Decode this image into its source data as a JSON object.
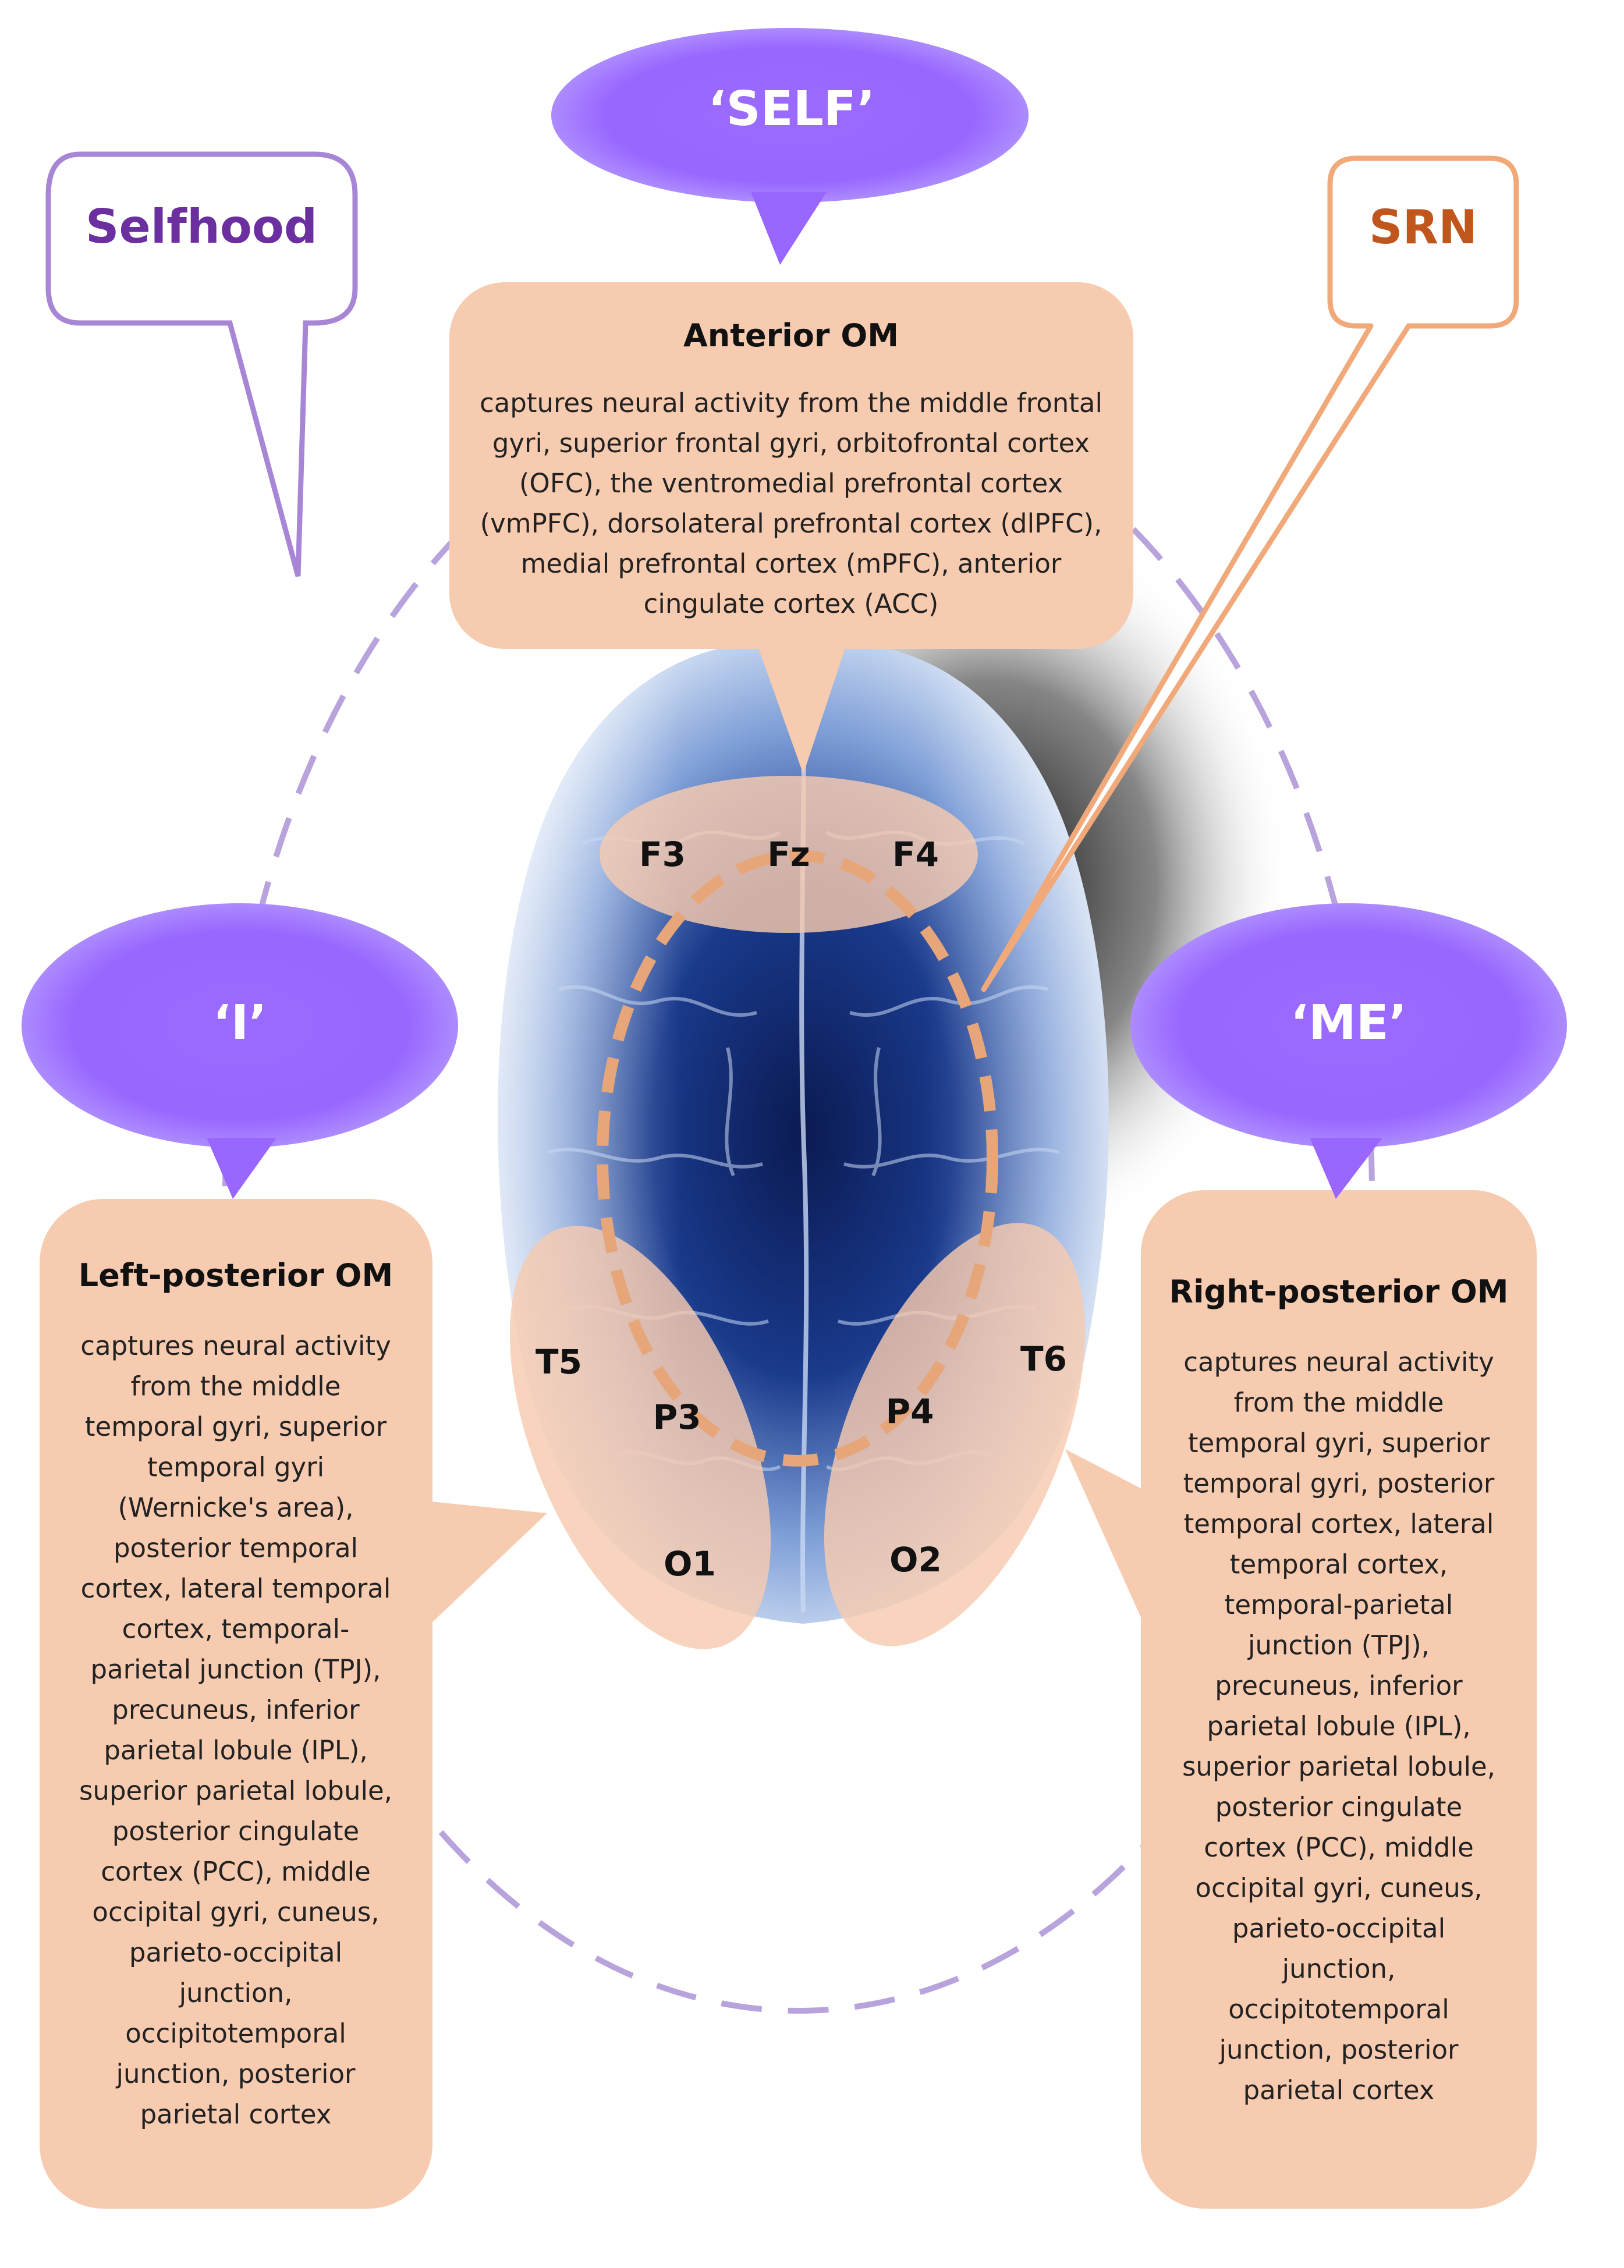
{
  "bubbles": {
    "self": "‘SELF’",
    "i": "‘I’",
    "me": "‘ME’"
  },
  "callouts": {
    "selfhood": "Selfhood",
    "srn": "SRN"
  },
  "regions": {
    "anterior": {
      "title": "Anterior OM",
      "lines": [
        "captures neural activity from the middle frontal",
        "gyri, superior frontal gyri, orbitofrontal cortex",
        "(OFC), the ventromedial prefrontal cortex",
        "(vmPFC), dorsolateral prefrontal cortex (dlPFC),",
        "medial prefrontal cortex (mPFC), anterior",
        "cingulate cortex (ACC)"
      ]
    },
    "left_posterior": {
      "title": "Left-posterior OM",
      "lines": [
        "captures neural activity",
        "from the middle",
        "temporal gyri, superior",
        "temporal gyri",
        "(Wernicke's area),",
        "posterior temporal",
        "cortex, lateral temporal",
        "cortex, temporal-",
        "parietal junction (TPJ),",
        "precuneus, inferior",
        "parietal lobule (IPL),",
        "superior parietal lobule,",
        "posterior cingulate",
        "cortex (PCC), middle",
        "occipital gyri, cuneus,",
        "parieto-occipital",
        "junction,",
        "occipitotemporal",
        "junction, posterior",
        "parietal cortex"
      ]
    },
    "right_posterior": {
      "title": "Right-posterior OM",
      "lines": [
        "captures neural activity",
        "from the middle",
        "temporal gyri, superior",
        "temporal gyri, posterior",
        "temporal cortex, lateral",
        "temporal cortex,",
        "temporal-parietal",
        "junction (TPJ),",
        "precuneus, inferior",
        "parietal lobule (IPL),",
        "superior parietal lobule,",
        "posterior cingulate",
        "cortex (PCC), middle",
        "occipital gyri, cuneus,",
        "parieto-occipital",
        "junction,",
        "occipitotemporal",
        "junction, posterior",
        "parietal cortex"
      ]
    }
  },
  "electrodes": {
    "f3": "F3",
    "fz": "Fz",
    "f4": "F4",
    "t5": "T5",
    "p3": "P3",
    "o1": "O1",
    "t6": "T6",
    "p4": "P4",
    "o2": "O2"
  },
  "colors": {
    "purple_bubble": "#9966ff",
    "purple_dash": "#b9a3dc",
    "selfhood_text": "#6b2fa0",
    "selfhood_border": "#a886d6",
    "srn_text": "#c0561b",
    "srn_border": "#f1a97a",
    "om_fill": "#f7cbb0",
    "om_dash": "#e7a67a",
    "brain_dark": "#0c1d57",
    "brain_light": "#c8d8f2"
  }
}
